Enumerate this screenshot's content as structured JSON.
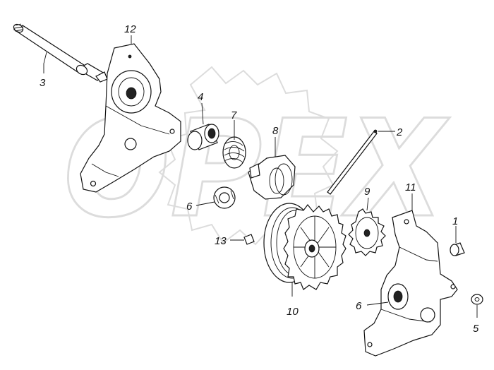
{
  "watermark": {
    "text": "OPEX",
    "color": "#dcdcdc"
  },
  "callouts": {
    "c1": "1",
    "c2": "2",
    "c3": "3",
    "c4": "4",
    "c5": "5",
    "c6a": "6",
    "c6b": "6",
    "c7": "7",
    "c8": "8",
    "c9": "9",
    "c10": "10",
    "c11": "11",
    "c12": "12",
    "c13": "13"
  }
}
